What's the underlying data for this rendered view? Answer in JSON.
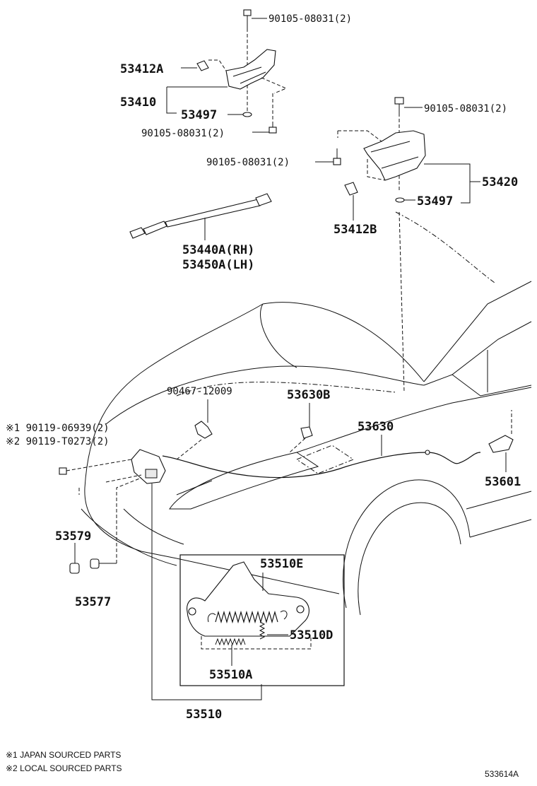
{
  "labels": {
    "bolt_top": "90105-08031(2)",
    "bracket_a": "53412A",
    "hinge_lh": "53410",
    "washer_lh": "53497",
    "bolt_lh_bottom": "90105-08031(2)",
    "bolt_rh_top": "90105-08031(2)",
    "bolt_rh_side": "90105-08031(2)",
    "hinge_rh": "53420",
    "washer_rh": "53497",
    "bracket_b": "53412B",
    "support_rh": "53440A(RH)",
    "support_lh": "53450A(LH)",
    "clamp": "90467-12009",
    "clip": "53630B",
    "cable": "53630",
    "bolt_jp": "※1 90119-06939(2)",
    "bolt_local": "※2 90119-T0273(2)",
    "lever": "53601",
    "cushion_a": "53579",
    "cushion_b": "53577",
    "spring_e": "53510E",
    "spring_d": "53510D",
    "spring_a": "53510A",
    "lock": "53510"
  },
  "notes": {
    "japan": "※1 JAPAN SOURCED PARTS",
    "local": "※2 LOCAL SOURCED PARTS"
  },
  "figure_id": "533614A"
}
